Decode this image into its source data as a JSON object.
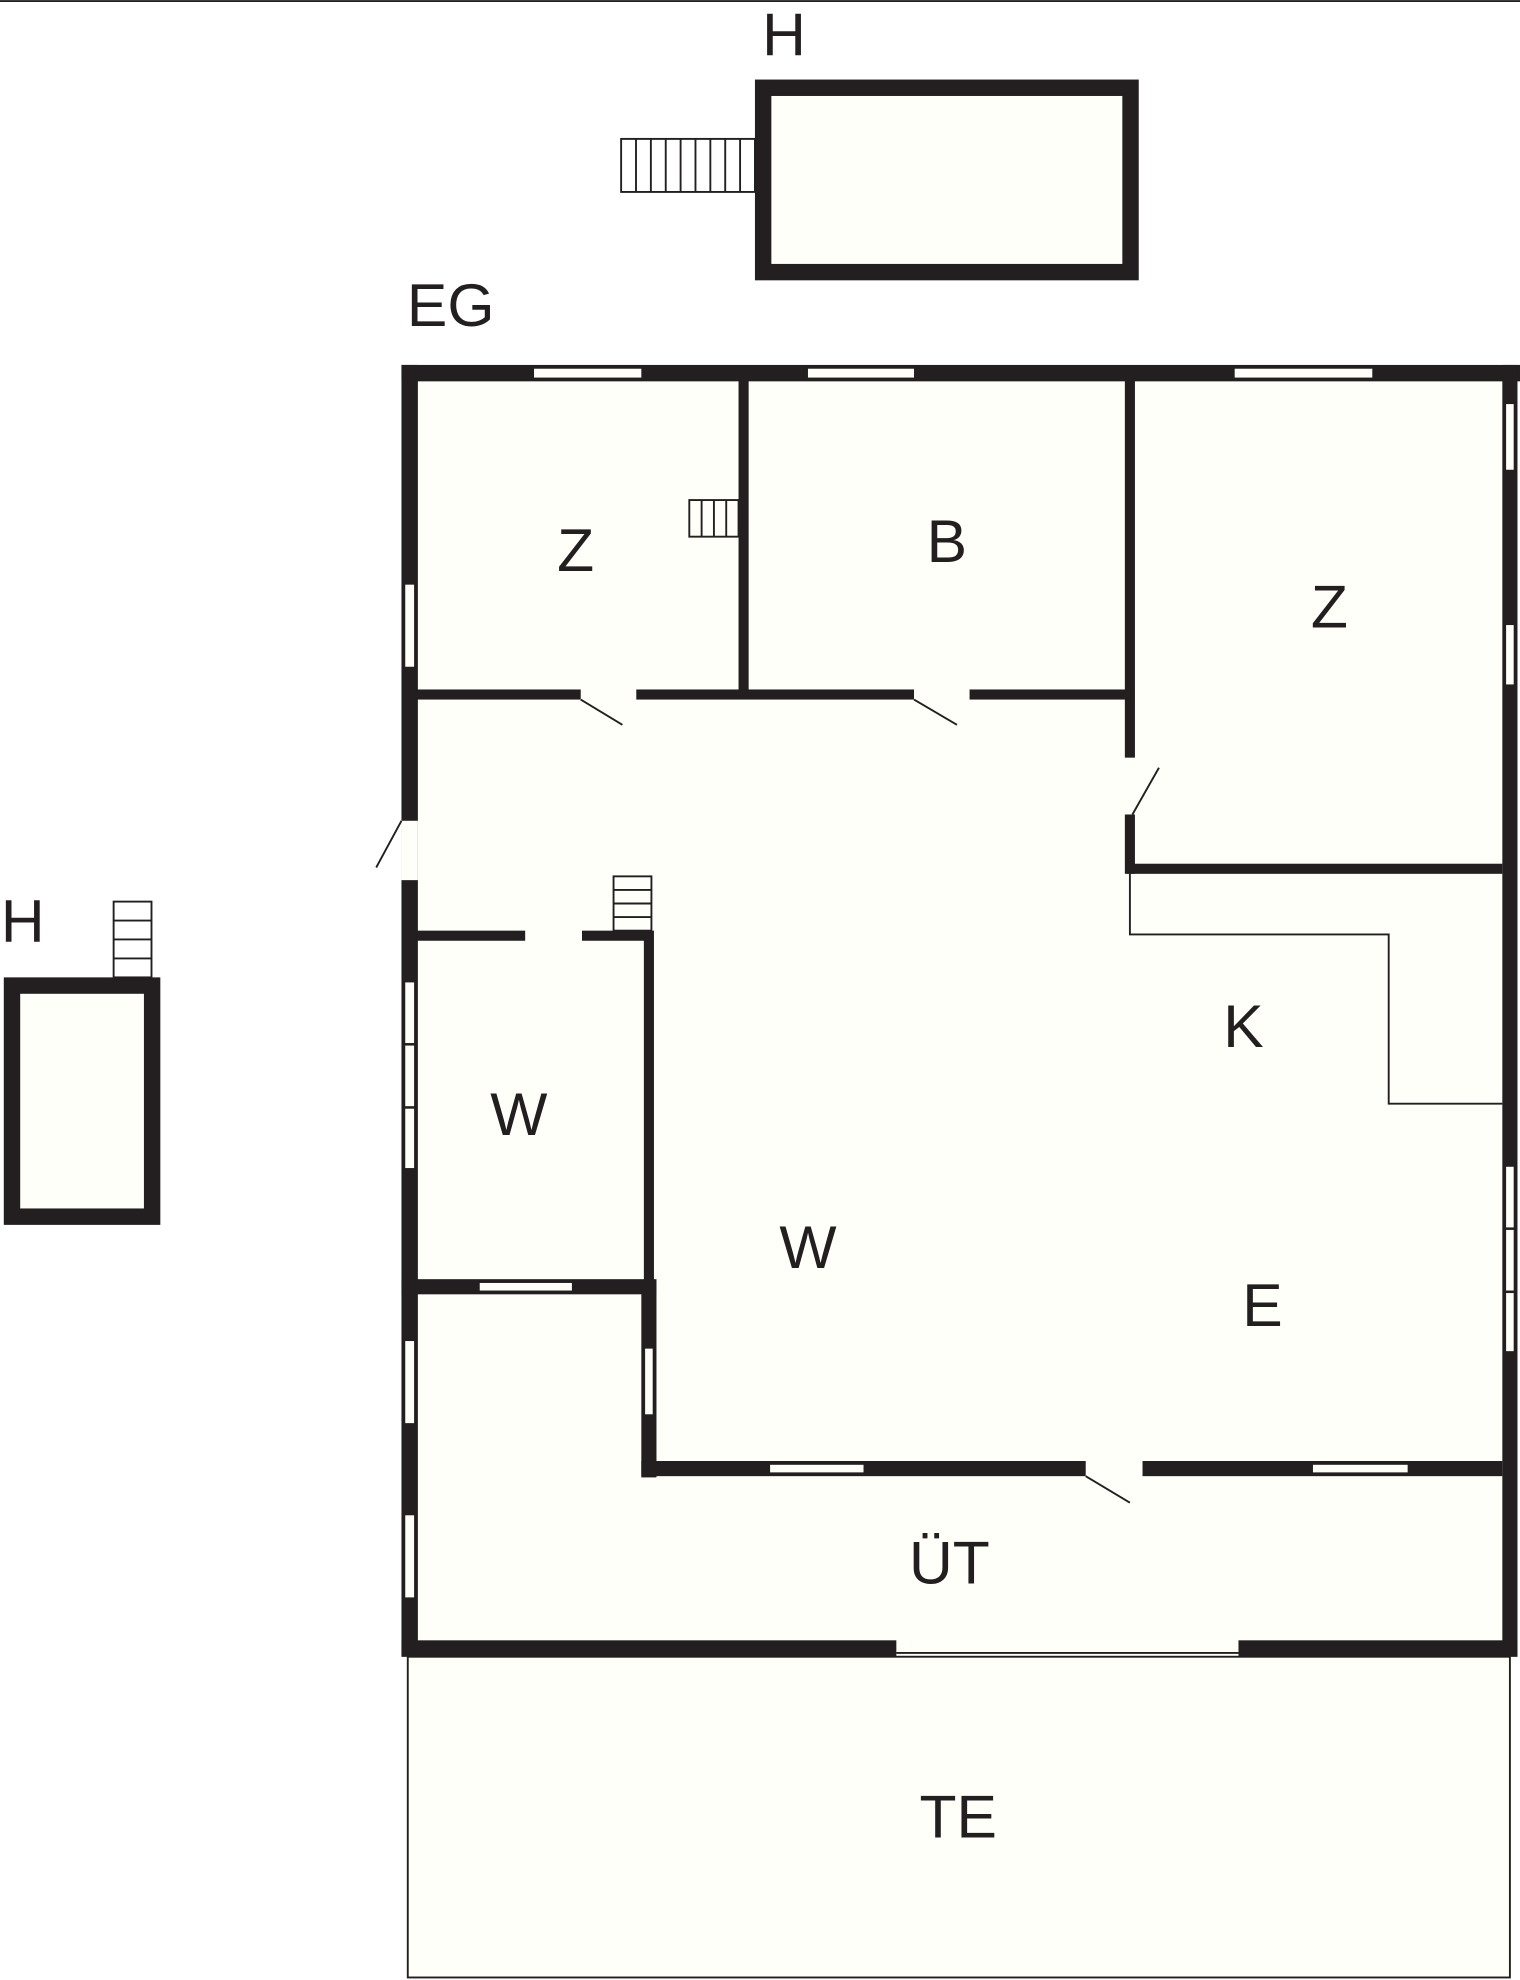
{
  "plan": {
    "floor_label": "EG",
    "colors": {
      "wall": "#231f20",
      "floor": "#fffffa"
    },
    "sheds": [
      {
        "label": "H"
      },
      {
        "label": "H"
      }
    ],
    "rooms": [
      {
        "label": "Z"
      },
      {
        "label": "B"
      },
      {
        "label": "Z"
      },
      {
        "label": "K"
      },
      {
        "label": "W"
      },
      {
        "label": "W"
      },
      {
        "label": "E"
      },
      {
        "label": "ÜT"
      },
      {
        "label": "TE"
      }
    ]
  }
}
